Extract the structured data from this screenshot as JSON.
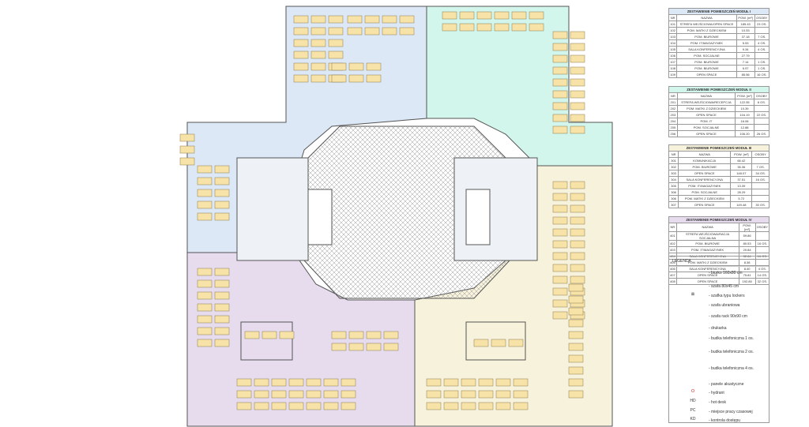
{
  "modules": [
    {
      "title": "ZESTAWIENIE POMIESZCZEŃ MODUŁ I",
      "color": "#dce8f6",
      "headers": [
        "NR",
        "NAZWA",
        "POW. [m²]",
        "OSOBY"
      ],
      "rows": [
        [
          "101",
          "STREFA WEJŚCIOWA/OPEN SPACE",
          "185.43",
          "23 OS."
        ],
        [
          "102",
          "POM. MATKI Z DZIECKIEM",
          "10.53",
          ""
        ],
        [
          "103",
          "POM. BIUROWE",
          "37.18",
          "7 OS."
        ],
        [
          "104",
          "POM. IT/MAGAZYNEK",
          "5.53",
          "4 OS."
        ],
        [
          "105",
          "SALA KONFERENCYJNA",
          "9.34",
          "4 OS."
        ],
        [
          "106",
          "POM. SOCJALNE",
          "27.79",
          ""
        ],
        [
          "107",
          "POM. BIUROWE",
          "7.14",
          "1 OS."
        ],
        [
          "108",
          "POM. BIUROWE",
          "5.97",
          "1 OS."
        ],
        [
          "109",
          "OPEN SPACE",
          "85.56",
          "16 OS."
        ]
      ]
    },
    {
      "title": "ZESTAWIENIE POMIESZCZEŃ MODUŁ II",
      "color": "#d2f5ec",
      "headers": [
        "NR",
        "NAZWA",
        "POW. [m²]",
        "OSOBY"
      ],
      "rows": [
        [
          "201",
          "STREFA WEJŚCIOWA/RECEPCJA",
          "122.55",
          "6 OS."
        ],
        [
          "202",
          "POM. MATKI Z DZIECKIEM",
          "10.39",
          ""
        ],
        [
          "203",
          "OPEN SPACE",
          "104.19",
          "22 OS."
        ],
        [
          "204",
          "POM. IT",
          "16.06",
          ""
        ],
        [
          "205",
          "POM. SOCJALNE",
          "12.88",
          ""
        ],
        [
          "206",
          "OPEN SPACE",
          "106.20",
          "26 OS."
        ]
      ]
    },
    {
      "title": "ZESTAWIENIE POMIESZCZEŃ MODUŁ III",
      "color": "#f6f2dc",
      "headers": [
        "NR",
        "NAZWA",
        "POW. [m²]",
        "OSOBY"
      ],
      "rows": [
        [
          "301",
          "KOMUNIKACJA",
          "66.42",
          ""
        ],
        [
          "302",
          "POM. BIUROWE",
          "35.36",
          "7 OS."
        ],
        [
          "303",
          "OPEN SPACE",
          "148.07",
          "34 OS."
        ],
        [
          "304",
          "SALA KONFERENCYJNA",
          "37.51",
          "16 OS."
        ],
        [
          "305",
          "POM. IT/MAGAZYNEK",
          "13.39",
          ""
        ],
        [
          "306",
          "POM. SOCJALNE",
          "28.29",
          ""
        ],
        [
          "306",
          "POM. MATKI Z DZIECKIEM",
          "5.72",
          ""
        ],
        [
          "307",
          "OPEN SPACE",
          "149.48",
          "30 OS."
        ]
      ]
    },
    {
      "title": "ZESTAWIENIE POMIESZCZEŃ MODUŁ IV",
      "color": "#e6dcee",
      "headers": [
        "NR",
        "NAZWA",
        "POW. [m²]",
        "OSOBY"
      ],
      "rows": [
        [
          "401",
          "STREFA WEJŚCIOWA/RACJA SOCJALNA",
          "59.86",
          ""
        ],
        [
          "402",
          "POM. BIUROWE",
          "80.53",
          "16 OS."
        ],
        [
          "403",
          "POM. IT/MAGAZYNEK",
          "20.84",
          ""
        ],
        [
          "404",
          "SALA KONFERENCYJNA",
          "32.84",
          "16 OS."
        ],
        [
          "405",
          "POM. MATKI Z DZIECKIEM",
          "8.38",
          ""
        ],
        [
          "406",
          "SALA KONFERENCYJNA",
          "8.40",
          "4 OS."
        ],
        [
          "407",
          "OPEN SPACE",
          "75.81",
          "14 OS."
        ],
        [
          "408",
          "OPEN SPACE",
          "192.85",
          "32 OS."
        ]
      ]
    }
  ],
  "legend": {
    "title": "LEGENDA",
    "items": [
      {
        "sym": "",
        "label": "- biurko 160x80 cm"
      },
      {
        "sym": "",
        "label": "- szafa 80x45 cm"
      },
      {
        "sym": "⊠",
        "label": "- szafka typu lockers"
      },
      {
        "sym": "",
        "label": "- szafa ubraniowa"
      },
      {
        "sym": "",
        "label": "- szafa rack 90x90 cm"
      },
      {
        "sym": "",
        "label": "- drukarka"
      },
      {
        "sym": "",
        "label": "- budka telefoniczna 1 os."
      },
      {
        "sym": "",
        "label": "- budka telefoniczna 2 os."
      },
      {
        "sym": "",
        "label": "- budka telefoniczna 4 os."
      },
      {
        "sym": "",
        "label": "- panele akustyczne"
      },
      {
        "sym": "O",
        "label": "- hydrant"
      },
      {
        "sym": "HD",
        "label": "- hot desk"
      },
      {
        "sym": "PC",
        "label": "- miejsce pracy czasowej"
      },
      {
        "sym": "KD",
        "label": "- kontrola dostępu"
      }
    ]
  },
  "colors": {
    "m1": "#dce8f6",
    "m2": "#d2f5ec",
    "m3": "#e6dcee",
    "m4": "#f6f2dc",
    "desk": "#f7e3a8",
    "wall": "#555555"
  }
}
